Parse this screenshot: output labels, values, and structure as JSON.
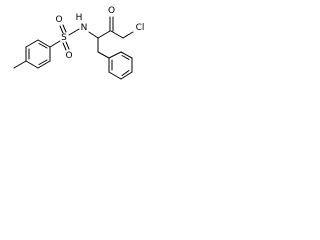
{
  "atoms": {
    "sulfur": "S",
    "oxygen_top": "O",
    "oxygen_bottom": "O",
    "nitrogen_hydrogen": "H",
    "nitrogen": "N",
    "carbonyl_oxygen": "O",
    "chlorine": "Cl"
  },
  "colors": {
    "ink": "#000000",
    "background": "#ffffff"
  }
}
